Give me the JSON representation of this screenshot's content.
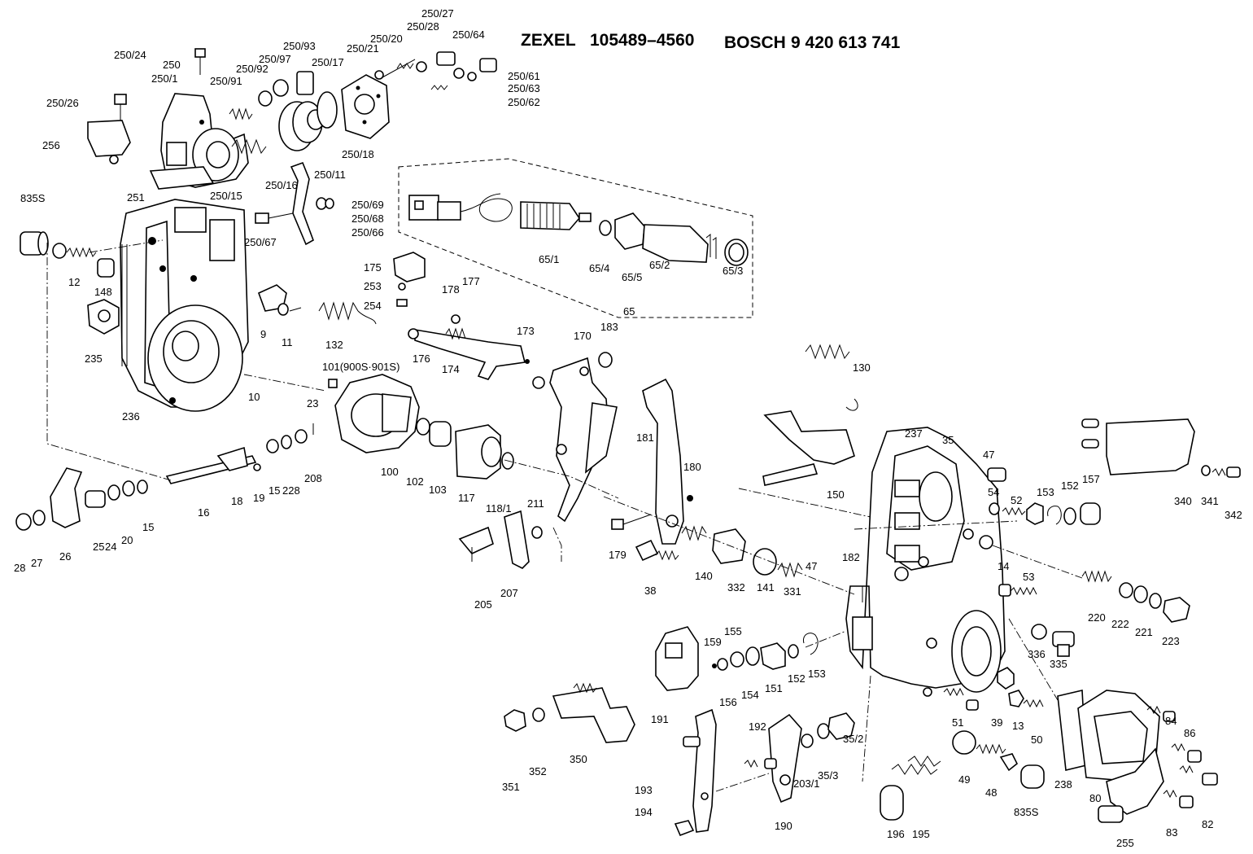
{
  "header": {
    "brand1": "ZEXEL",
    "number1": "105489–4560",
    "brand2": "BOSCH",
    "number2": "9 420 613 741"
  },
  "labels": [
    "250/24",
    "250",
    "250/1",
    "250/93",
    "250/97",
    "250/92",
    "250/91",
    "250/17",
    "250/21",
    "250/20",
    "250/28",
    "250/27",
    "250/64",
    "250/61",
    "250/63",
    "250/62",
    "250/26",
    "256",
    "250/18",
    "250/11",
    "250/16",
    "250/15",
    "251",
    "835S",
    "250/69",
    "250/68",
    "250/67",
    "250/66",
    "12",
    "148",
    "175",
    "253",
    "254",
    "65/1",
    "65/4",
    "65/5",
    "65/2",
    "65/3",
    "65",
    "9",
    "11",
    "132",
    "178",
    "177",
    "235",
    "236",
    "10",
    "101(900S·901S)",
    "23",
    "176",
    "174",
    "173",
    "170",
    "183",
    "130",
    "16",
    "18",
    "19",
    "15",
    "228",
    "208",
    "100",
    "102",
    "103",
    "117",
    "118/1",
    "211",
    "181",
    "180",
    "237",
    "35",
    "47",
    "54",
    "52",
    "153",
    "152",
    "157",
    "340",
    "341",
    "342",
    "28",
    "27",
    "26",
    "25",
    "24",
    "20",
    "15",
    "205",
    "207",
    "179",
    "38",
    "140",
    "332",
    "141",
    "331",
    "150",
    "182",
    "47",
    "14",
    "53",
    "220",
    "222",
    "221",
    "223",
    "159",
    "155",
    "156",
    "154",
    "151",
    "152",
    "153",
    "191",
    "336",
    "335",
    "39",
    "13",
    "50",
    "51",
    "84",
    "86",
    "82",
    "83",
    "255",
    "80",
    "238",
    "49",
    "48",
    "835S",
    "351",
    "352",
    "350",
    "192",
    "203/1",
    "35/3",
    "35/2",
    "193",
    "194",
    "190",
    "196",
    "195"
  ]
}
